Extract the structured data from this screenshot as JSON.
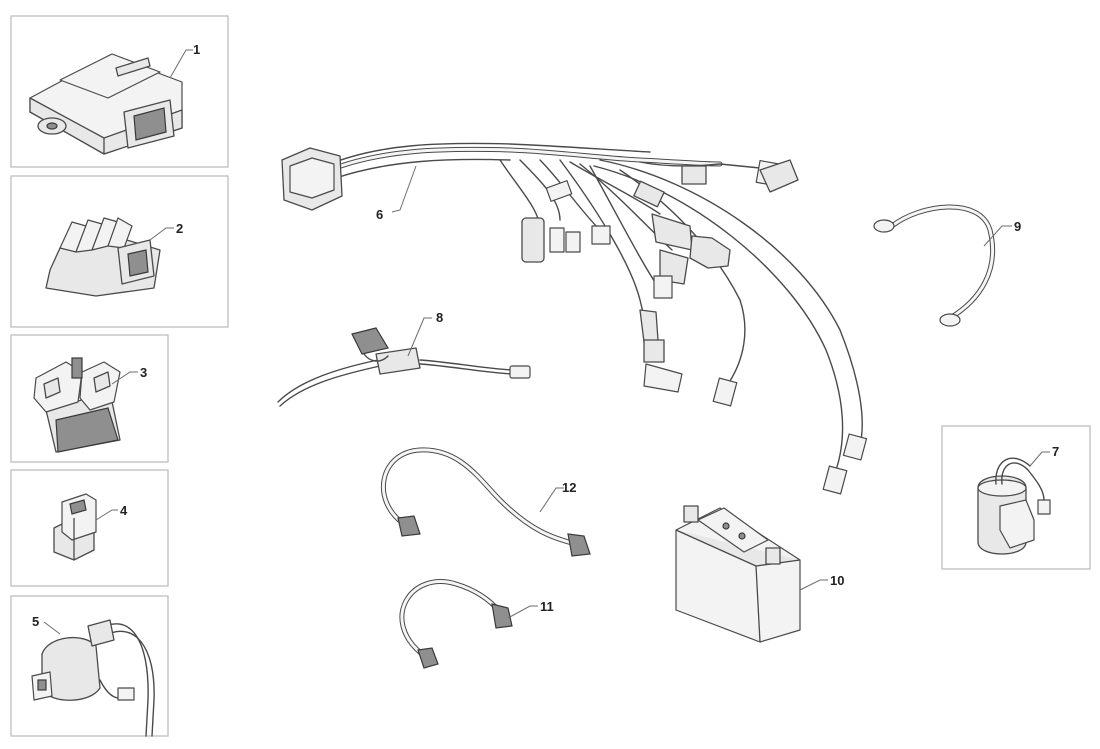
{
  "callouts": {
    "ecu": "1",
    "regulator": "2",
    "starter_relay": "3",
    "relay": "4",
    "ignition_coil": "5",
    "wiring_harness": "6",
    "fuel_pump_unit": "7",
    "fuse_holder": "8",
    "ground_lead": "9",
    "battery": "10",
    "battery_cable_short": "11",
    "battery_cable_long": "12"
  }
}
